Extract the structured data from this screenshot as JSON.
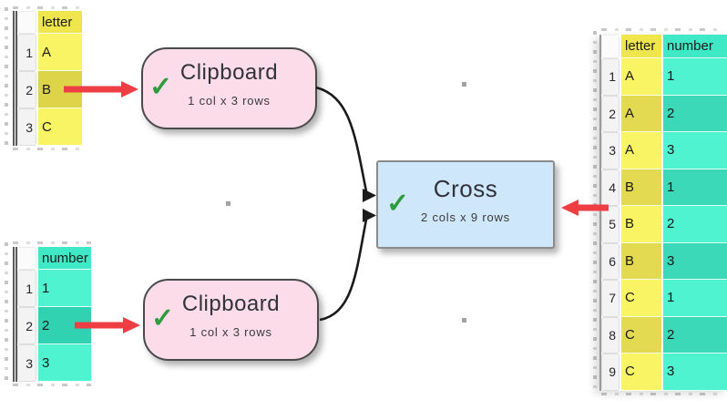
{
  "icons": {
    "check": "✓"
  },
  "colors": {
    "yellow_header": "#efe64e",
    "yellow_cell": "#f9f464",
    "yellow_selected": "#ddd44a",
    "yellow_alt": "#e3da52",
    "teal_header": "#3fe9c6",
    "teal_cell": "#4ff3d0",
    "teal_selected": "#30d2b2",
    "teal_alt": "#3bd9b8",
    "node_pink": "#fbdce8",
    "node_blue": "#cfe7fa",
    "check_green": "#2e9c3e",
    "arrow_red": "#ee3d43",
    "connector_black": "#1a1a1a"
  },
  "source_table_letters": {
    "header": "letter",
    "rows": [
      {
        "n": "1",
        "value": "A",
        "selected": false
      },
      {
        "n": "2",
        "value": "B",
        "selected": true
      },
      {
        "n": "3",
        "value": "C",
        "selected": false
      }
    ]
  },
  "source_table_numbers": {
    "header": "number",
    "rows": [
      {
        "n": "1",
        "value": "1",
        "selected": false
      },
      {
        "n": "2",
        "value": "2",
        "selected": true
      },
      {
        "n": "3",
        "value": "3",
        "selected": false
      }
    ]
  },
  "nodes": {
    "clipboard_top": {
      "title": "Clipboard",
      "subtitle": "1 col x 3 rows",
      "status": "ok"
    },
    "clipboard_bottom": {
      "title": "Clipboard",
      "subtitle": "1 col x 3 rows",
      "status": "ok"
    },
    "cross": {
      "title": "Cross",
      "subtitle": "2 cols x 9 rows",
      "status": "ok"
    }
  },
  "result_table": {
    "headers": {
      "col1": "letter",
      "col2": "number"
    },
    "rows": [
      {
        "n": "1",
        "letter": "A",
        "number": "1"
      },
      {
        "n": "2",
        "letter": "A",
        "number": "2"
      },
      {
        "n": "3",
        "letter": "A",
        "number": "3"
      },
      {
        "n": "4",
        "letter": "B",
        "number": "1"
      },
      {
        "n": "5",
        "letter": "B",
        "number": "2"
      },
      {
        "n": "6",
        "letter": "B",
        "number": "3"
      },
      {
        "n": "7",
        "letter": "C",
        "number": "1"
      },
      {
        "n": "8",
        "letter": "C",
        "number": "2"
      },
      {
        "n": "9",
        "letter": "C",
        "number": "3"
      }
    ]
  }
}
